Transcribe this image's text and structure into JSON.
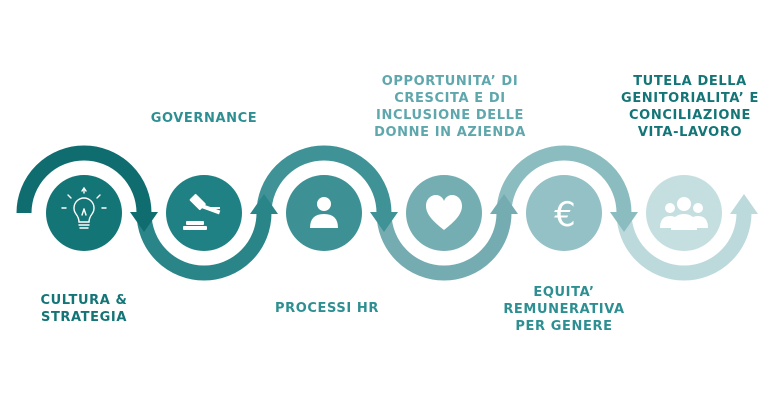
{
  "steps": [
    {
      "id": "cultura",
      "lines": [
        "CULTURA &",
        "STRATEGIA"
      ],
      "icon": "lightbulb-icon",
      "color": "#147577"
    },
    {
      "id": "governance",
      "lines": [
        "GOVERNANCE"
      ],
      "icon": "gavel-icon",
      "color": "#1f8183"
    },
    {
      "id": "processi",
      "lines": [
        "PROCESSI HR"
      ],
      "icon": "person-icon",
      "color": "#3d9194"
    },
    {
      "id": "opportunita",
      "lines": [
        "OPPORTUNITA’ DI",
        "CRESCITA E DI",
        "INCLUSIONE DELLE",
        "DONNE IN AZIENDA"
      ],
      "icon": "heart-icon",
      "color": "#74aeb3"
    },
    {
      "id": "equita",
      "lines": [
        "EQUITA’",
        "REMUNERATIVA",
        "PER GENERE"
      ],
      "icon": "euro-icon",
      "color": "#93c1c5"
    },
    {
      "id": "tutela",
      "lines": [
        "TUTELA DELLA",
        "GENITORIALITA’ E",
        "CONCILIAZIONE",
        "VITA-LAVORO"
      ],
      "icon": "group-icon",
      "color": "#c5dfe1"
    }
  ],
  "colors": {
    "ribbon": [
      "#0f6d70",
      "#2a8588",
      "#3f9295",
      "#74acb1",
      "#8bbcc0",
      "#bcd9dc"
    ]
  }
}
